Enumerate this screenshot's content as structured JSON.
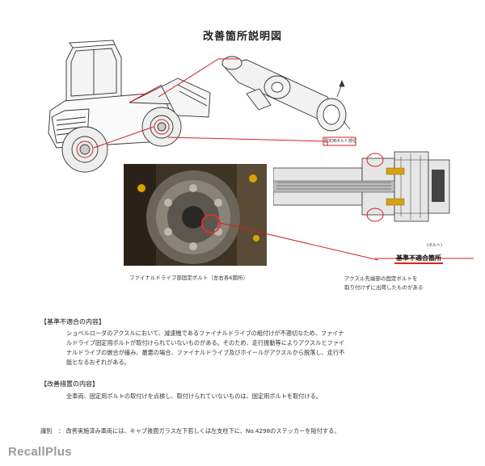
{
  "title": "改善箇所説明図",
  "captions": {
    "photo": "ファイナルドライブ部固定ボルト（左右各6箇所）",
    "nonconform_label": "基準不適合箇所",
    "axle_note_line1": "アクスル先端部の固定ボルトを",
    "axle_note_line2": "取り付けずに出荷したものがある",
    "detail_tag1": "国定用ボルト部位",
    "detail_tag2": "(ボルト)"
  },
  "sections": {
    "defect_heading": "【基準不適合の内容】",
    "defect_lines": [
      "ショベルローダのアクスルにおいて、減速機であるファイナルドライブの組付けが不適切なため、ファイナ",
      "ルドライブ固定用ボルトが取付けられていないものがある。そのため、走行振動等によりアクスルとファイ",
      "ナルドライブの嵌合が緩み、最悪の場合、ファイナルドライブ及びホイールがアクスルから脱落し、走行不",
      "能となるおそれがある。"
    ],
    "remedy_heading": "【改善措置の内容】",
    "remedy_lines": [
      "全車両、固定用ボルトの取付けを点検し、取付けられていないものは、固定用ボルトを取付ける。"
    ],
    "note_label": "識別",
    "note_text": "：  改善実施済み車両には、キャブ後面ガラス左下若しくは左支柱下に、No.4298のステッカーを貼付する。"
  },
  "watermark": "RecallPlus",
  "colors": {
    "accent_red": "#d22222",
    "line": "#333333"
  }
}
